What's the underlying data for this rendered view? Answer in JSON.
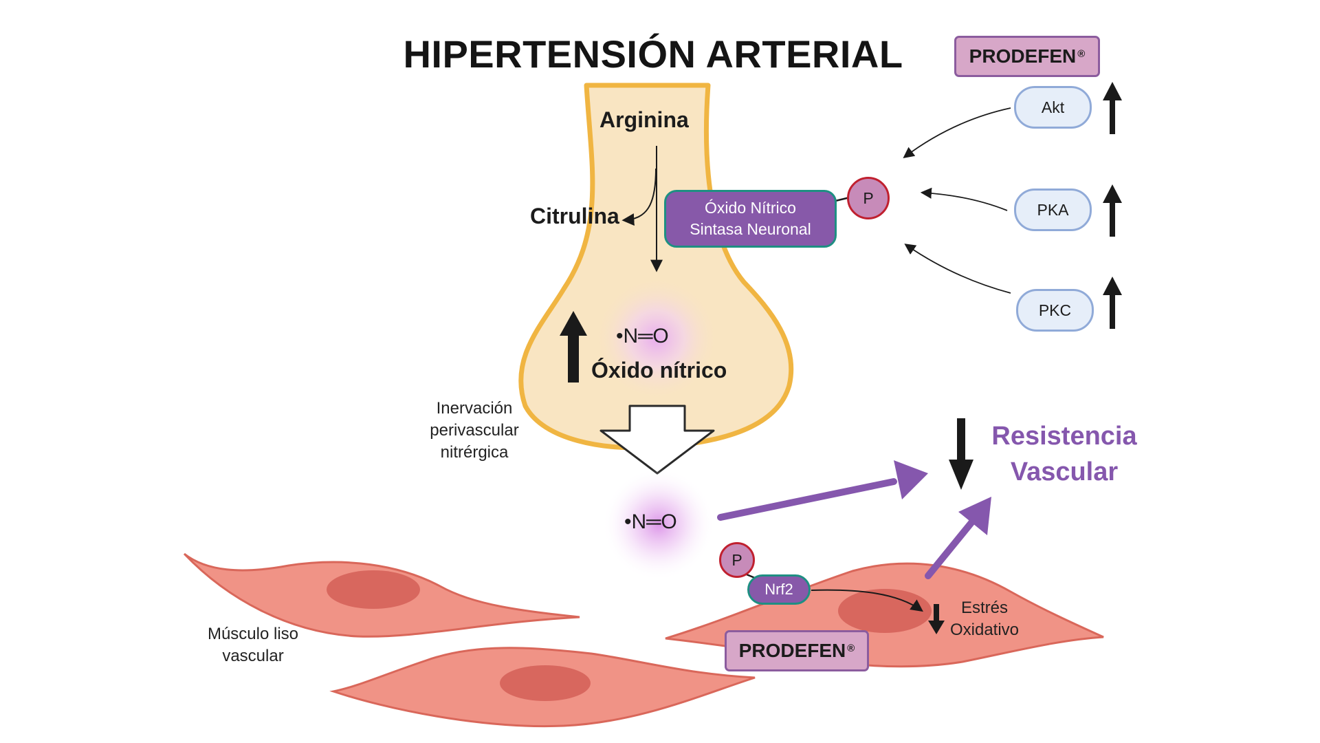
{
  "title": "HIPERTENSIÓN ARTERIAL",
  "prodefen_top": {
    "label": "PRODEFEN",
    "mark": "®"
  },
  "prodefen_bottom": {
    "label": "PRODEFEN",
    "mark": "®"
  },
  "kinases": [
    {
      "label": "Akt",
      "trend": "up"
    },
    {
      "label": "PKA",
      "trend": "up"
    },
    {
      "label": "PKC",
      "trend": "up"
    }
  ],
  "neuron": {
    "arginina": "Arginina",
    "citrulina": "Citrulina",
    "no_formula": "•N═O",
    "no_label": "Óxido nítrico",
    "no_trend": "up",
    "innervation": [
      "Inervación",
      "perivascular",
      "nitrérgica"
    ]
  },
  "enzyme": {
    "line1": "Óxido Nítrico",
    "line2": "Sintasa Neuronal",
    "phospho": "P"
  },
  "released_no": "•N═O",
  "resistance": {
    "line1": "Resistencia",
    "line2": "Vascular",
    "trend": "down"
  },
  "nrf2": {
    "label": "Nrf2",
    "phospho": "P"
  },
  "oxidative_stress": {
    "line1": "Estrés",
    "line2": "Oxidativo",
    "trend": "down"
  },
  "muscle_label": [
    "Músculo liso",
    "vascular"
  ],
  "colors": {
    "neuron_fill": "#f9e5c2",
    "neuron_outline": "#f0b542",
    "cell_fill": "#f09386",
    "cell_outline": "#d9675a",
    "nucleus": "#d8675e",
    "accent_purple": "#8557ad",
    "enzyme_purple": "#8759a9",
    "teal_outline": "#1e8f82",
    "badge_fill": "#d7a7c8",
    "kinase_fill": "#e6eef9"
  }
}
